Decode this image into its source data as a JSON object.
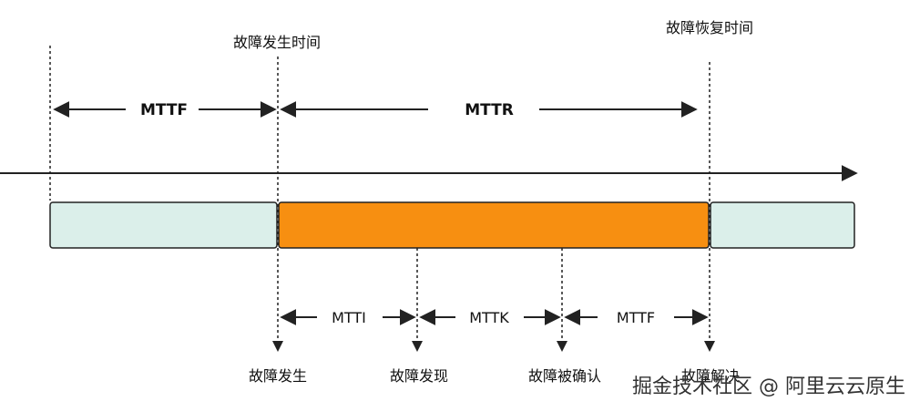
{
  "labels": {
    "failure_time": "故障发生时间",
    "recovery_time": "故障恢复时间",
    "mttf_top": "MTTF",
    "mttr": "MTTR",
    "mtti": "MTTI",
    "mttk": "MTTK",
    "mttf_bottom": "MTTF",
    "failure_occurs": "故障发生",
    "failure_detected": "故障发现",
    "failure_confirmed": "故障被确认",
    "failure_resolved": "故障解决"
  },
  "watermark": "掘金技术社区 @ 阿里云云原生",
  "colors": {
    "normal_segment": "#dbefea",
    "failure_segment": "#f78f11",
    "line": "#222222"
  }
}
